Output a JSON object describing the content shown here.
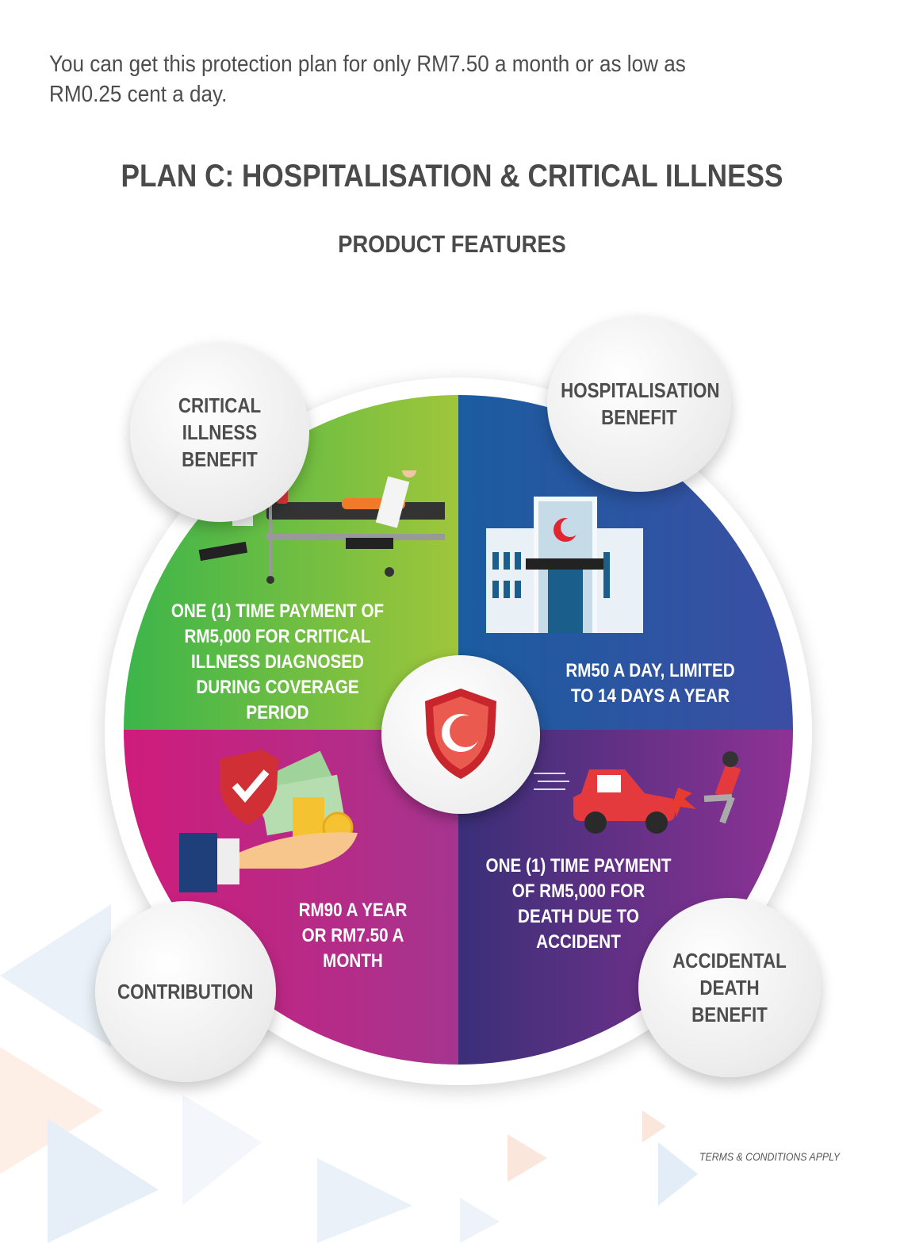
{
  "intro": "You can get this protection plan for only RM7.50 a month or as low as RM0.25 cent a day.",
  "title": "PLAN C: HOSPITALISATION & CRITICAL ILLNESS",
  "subtitle": "PRODUCT FEATURES",
  "features": {
    "critical_illness": {
      "label": "CRITICAL ILLNESS BENEFIT",
      "description": "ONE (1) TIME PAYMENT OF RM5,000 FOR CRITICAL ILLNESS DIAGNOSED DURING COVERAGE PERIOD",
      "icon": "stretcher-icon",
      "color": "#7cc043"
    },
    "hospitalisation": {
      "label": "HOSPITALISATION BENEFIT",
      "description": "RM50 A DAY, LIMITED TO 14 DAYS A YEAR",
      "icon": "hospital-icon",
      "color": "#2a55a2"
    },
    "contribution": {
      "label": "CONTRIBUTION",
      "description": "RM90 A YEAR OR RM7.50 A MONTH",
      "icon": "money-hand-icon",
      "color": "#c0267f"
    },
    "accidental_death": {
      "label": "ACCIDENTAL DEATH BENEFIT",
      "description": "ONE (1) TIME PAYMENT OF RM5,000 FOR DEATH DUE TO ACCIDENT",
      "icon": "car-accident-icon",
      "color": "#5a2f88"
    }
  },
  "center_icon": "shield-crescent-icon",
  "terms": "TERMS & CONDITIONS APPLY"
}
